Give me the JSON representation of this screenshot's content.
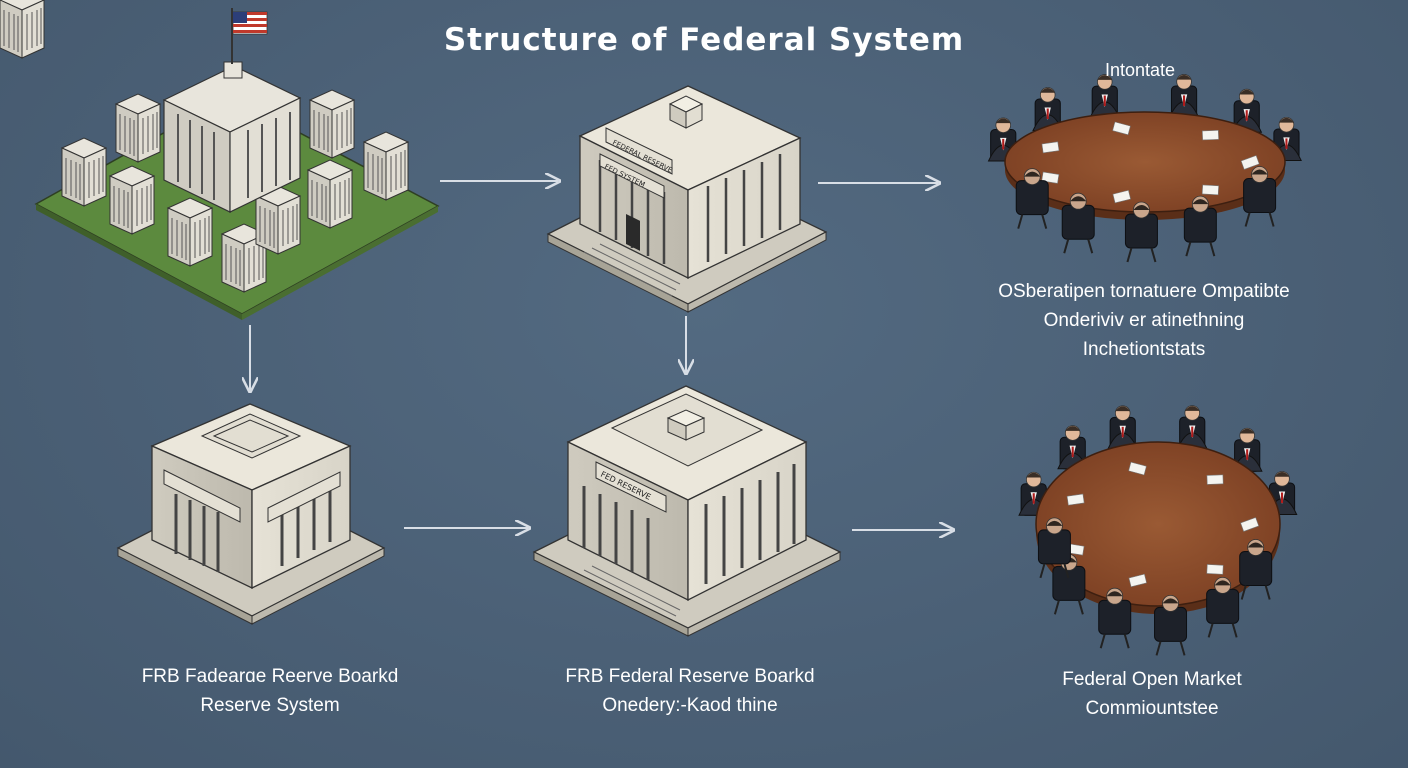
{
  "title": "Structure  of Federal System",
  "nodes": {
    "top_right_heading": "Intontate",
    "top_right_caption": [
      "OSberatipen tornatuere Ompatibte",
      "Onderiviv er atinethning",
      "Inchetiontstats"
    ],
    "bottom_left_caption": [
      "FRB Fadearɑe Reerve Boarkd",
      "Reserve System"
    ],
    "bottom_center_caption": [
      "FRB Federal Reserve Boarkd",
      "Onedery:-Kaod thine"
    ],
    "bottom_right_caption": [
      "Federal Open Market",
      "Commiountstee"
    ],
    "building_signs": {
      "top_center_sign_1": "FEDERAL RESERVE",
      "top_center_sign_2": "FED SYSTEM",
      "bottom_center_sign": "FED RESERVE"
    }
  },
  "colors": {
    "background": "#4a5f75",
    "stone": "#d9d5c9",
    "stone_shadow": "#a8a497",
    "grass": "#5c8a3e",
    "table": "#8a4a2a",
    "suit": "#2a2f3a",
    "arrow": "#d8dee6"
  }
}
